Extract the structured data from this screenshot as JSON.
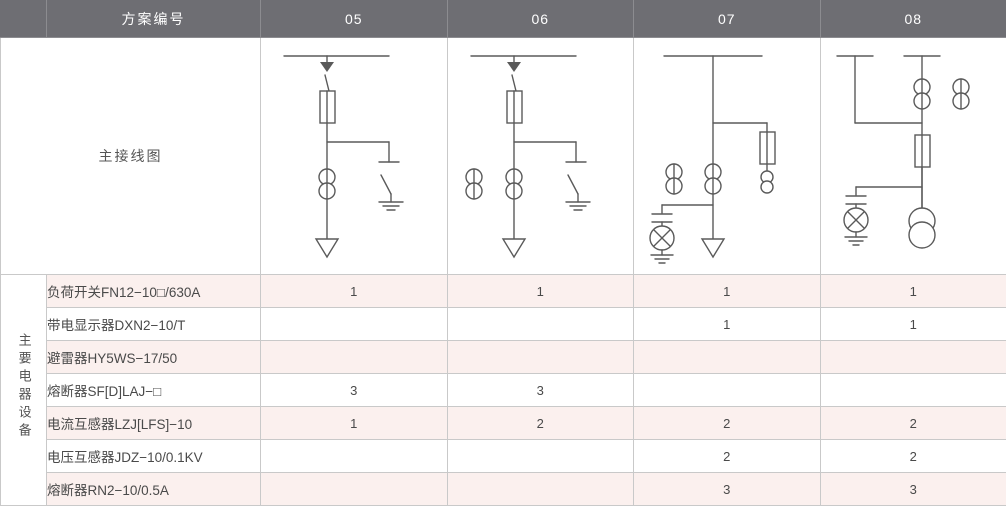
{
  "header": {
    "corner_blank": "",
    "plan_label": "方案编号",
    "columns": [
      "05",
      "06",
      "07",
      "08"
    ]
  },
  "diagram_row": {
    "title": "主接线图",
    "diagrams": [
      {
        "plan": "05",
        "elements": [
          "busbar",
          "load-switch",
          "fuse",
          "earthing-switch",
          "current-transformer",
          "cable-outgoing-arrow"
        ]
      },
      {
        "plan": "06",
        "elements": [
          "busbar",
          "load-switch",
          "fuse",
          "earthing-switch",
          "current-transformer",
          "current-transformer",
          "cable-outgoing-arrow"
        ]
      },
      {
        "plan": "07",
        "elements": [
          "busbar",
          "fuse",
          "voltage-transformer",
          "current-transformer",
          "current-transformer",
          "lightning-arrester",
          "cable-outgoing-arrow"
        ]
      },
      {
        "plan": "08",
        "elements": [
          "busbar",
          "current-transformer",
          "current-transformer",
          "fuse",
          "lightning-arrester",
          "voltage-transformer"
        ]
      }
    ]
  },
  "device_table": {
    "group_label": "主要电器设备",
    "rows": [
      {
        "name": "负荷开关FN12−10□/630A",
        "tint": true,
        "qty": [
          "1",
          "1",
          "1",
          "1"
        ]
      },
      {
        "name": "带电显示器DXN2−10/T",
        "tint": false,
        "qty": [
          "",
          "",
          "1",
          "1"
        ]
      },
      {
        "name": "避雷器HY5WS−17/50",
        "tint": true,
        "qty": [
          "",
          "",
          "",
          ""
        ]
      },
      {
        "name": "熔断器SF[D]LAJ−□",
        "tint": false,
        "qty": [
          "3",
          "3",
          "",
          ""
        ]
      },
      {
        "name": "电流互感器LZJ[LFS]−10",
        "tint": true,
        "qty": [
          "1",
          "2",
          "2",
          "2"
        ]
      },
      {
        "name": "电压互感器JDZ−10/0.1KV",
        "tint": false,
        "qty": [
          "",
          "",
          "2",
          "2"
        ]
      },
      {
        "name": "熔断器RN2−10/0.5A",
        "tint": true,
        "qty": [
          "",
          "",
          "3",
          "3"
        ]
      }
    ]
  },
  "colors": {
    "header_bg": "#6e6e73",
    "header_text": "#ffffff",
    "row_tint": "#fbf0ee",
    "row_plain": "#ffffff",
    "grid_line": "#c9c9c9",
    "schematic_stroke": "#5a5a5a",
    "body_text": "#4a4a4a"
  }
}
